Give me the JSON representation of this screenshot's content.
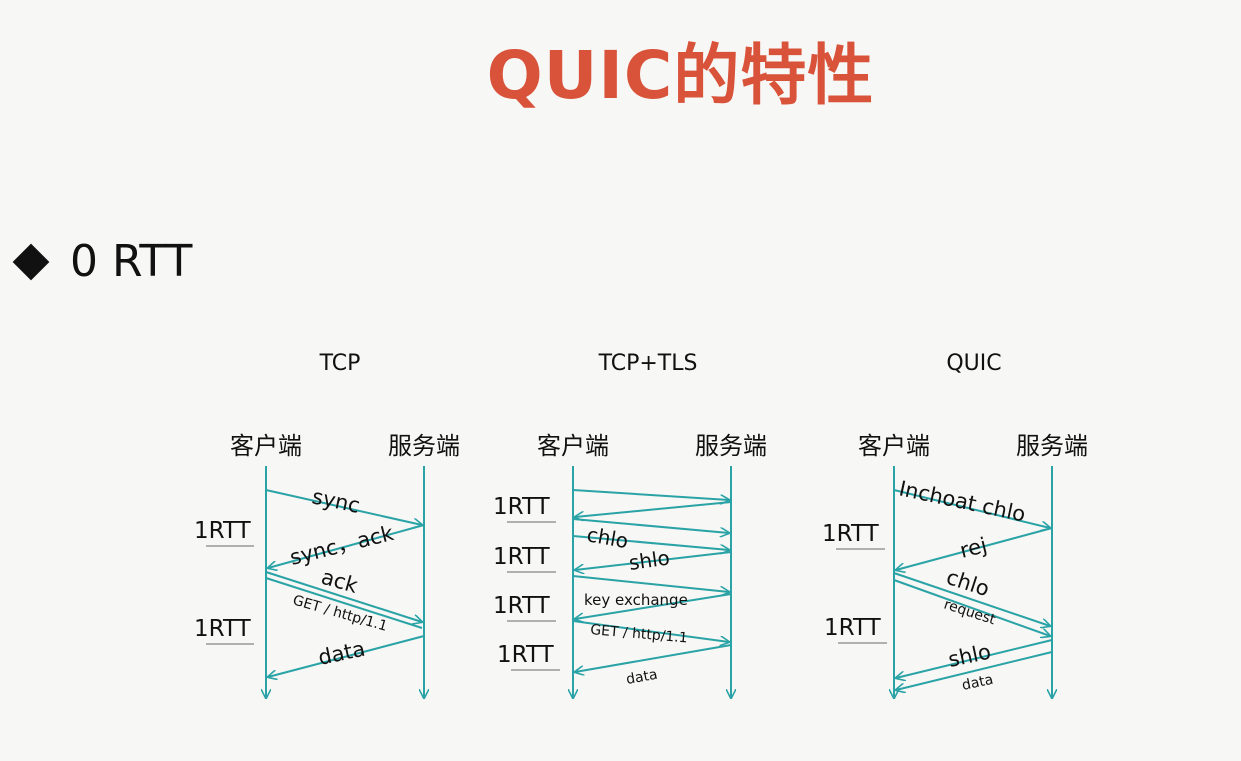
{
  "title": "QUIC的特性",
  "bullet": {
    "text": "0 RTT"
  },
  "colors": {
    "title": "#d9533b",
    "line": "#2aa3a6"
  },
  "panels": {
    "tcp": {
      "heading": "TCP",
      "client": "客户端",
      "server": "服务端",
      "rtt_labels": [
        "1RTT",
        "1RTT"
      ],
      "messages": [
        "sync",
        "sync，ack",
        "ack",
        "GET / http/1.1",
        "data"
      ]
    },
    "tcptls": {
      "heading": "TCP+TLS",
      "client": "客户端",
      "server": "服务端",
      "rtt_labels": [
        "1RTT",
        "1RTT",
        "1RTT",
        "1RTT"
      ],
      "messages": [
        "chlo",
        "shlo",
        "key exchange",
        "GET / http/1.1",
        "data"
      ]
    },
    "quic": {
      "heading": "QUIC",
      "client": "客户端",
      "server": "服务端",
      "rtt_labels": [
        "1RTT",
        "1RTT"
      ],
      "messages": [
        "Inchoat chlo",
        "rej",
        "chlo",
        "request",
        "shlo",
        "data"
      ]
    }
  }
}
